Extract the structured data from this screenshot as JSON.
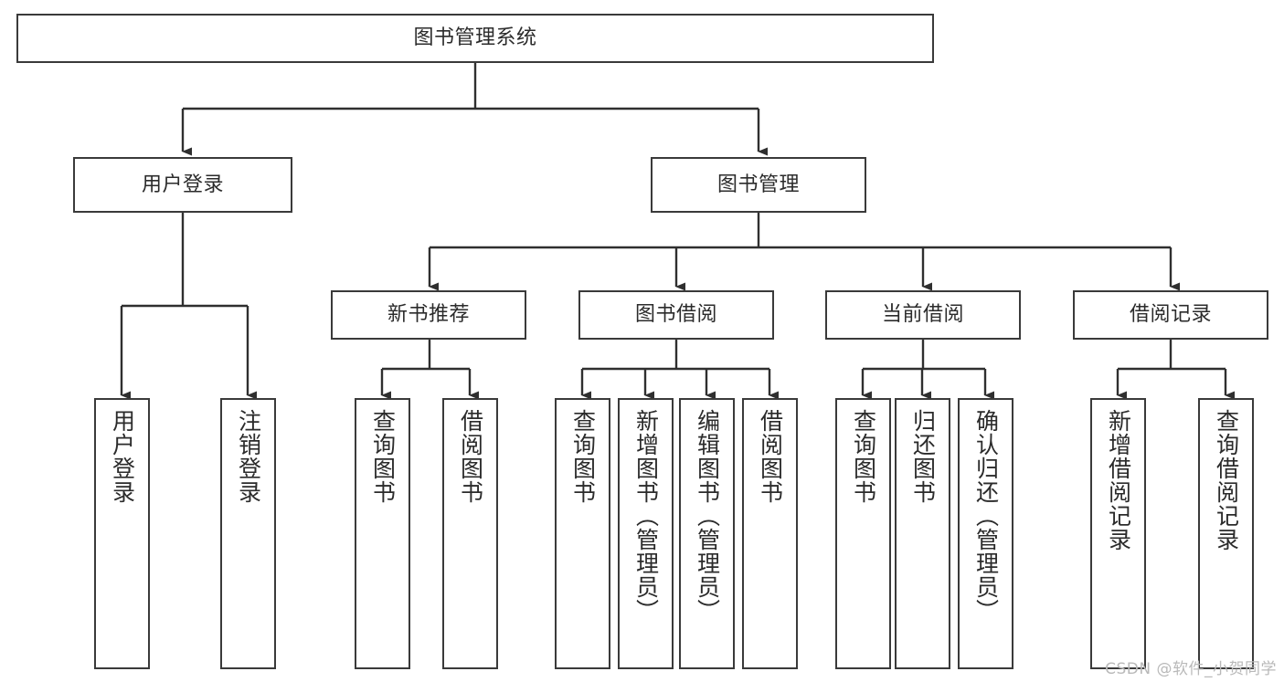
{
  "diagram": {
    "type": "tree-hierarchy-chart",
    "title": "图书管理系统",
    "watermark": "CSDN @软件_小贺同学",
    "colors": {
      "box_border": "#3a3a3a",
      "box_fill": "#ffffff",
      "connector": "#2f2f2f",
      "text": "#2b2b2b",
      "watermark": "#b9b9b9",
      "background": "#ffffff"
    },
    "nodes": {
      "root": {
        "label": "图书管理系统"
      },
      "level2": [
        {
          "id": "user-login",
          "label": "用户登录"
        },
        {
          "id": "book-manage",
          "label": "图书管理"
        }
      ],
      "level3": [
        {
          "id": "new-book-recommend",
          "label": "新书推荐"
        },
        {
          "id": "book-borrow",
          "label": "图书借阅"
        },
        {
          "id": "current-borrow",
          "label": "当前借阅"
        },
        {
          "id": "borrow-record",
          "label": "借阅记录"
        }
      ],
      "leaves": {
        "user-login": [
          {
            "id": "leaf-user-login",
            "label": "用户登录"
          },
          {
            "id": "leaf-logout-login",
            "label": "注销登录"
          }
        ],
        "new-book-recommend": [
          {
            "id": "leaf-query-book-1",
            "label": "查询图书"
          },
          {
            "id": "leaf-borrow-book-1",
            "label": "借阅图书"
          }
        ],
        "book-borrow": [
          {
            "id": "leaf-query-book-2",
            "label": "查询图书"
          },
          {
            "id": "leaf-add-book",
            "label": "新增图书（管理员）"
          },
          {
            "id": "leaf-edit-book",
            "label": "编辑图书（管理员）"
          },
          {
            "id": "leaf-borrow-book-2",
            "label": "借阅图书"
          }
        ],
        "current-borrow": [
          {
            "id": "leaf-query-book-3",
            "label": "查询图书"
          },
          {
            "id": "leaf-return-book",
            "label": "归还图书"
          },
          {
            "id": "leaf-confirm-return",
            "label": "确认归还（管理员）"
          }
        ],
        "borrow-record": [
          {
            "id": "leaf-add-record",
            "label": "新增借阅记录"
          },
          {
            "id": "leaf-query-record",
            "label": "查询借阅记录"
          }
        ]
      }
    }
  }
}
